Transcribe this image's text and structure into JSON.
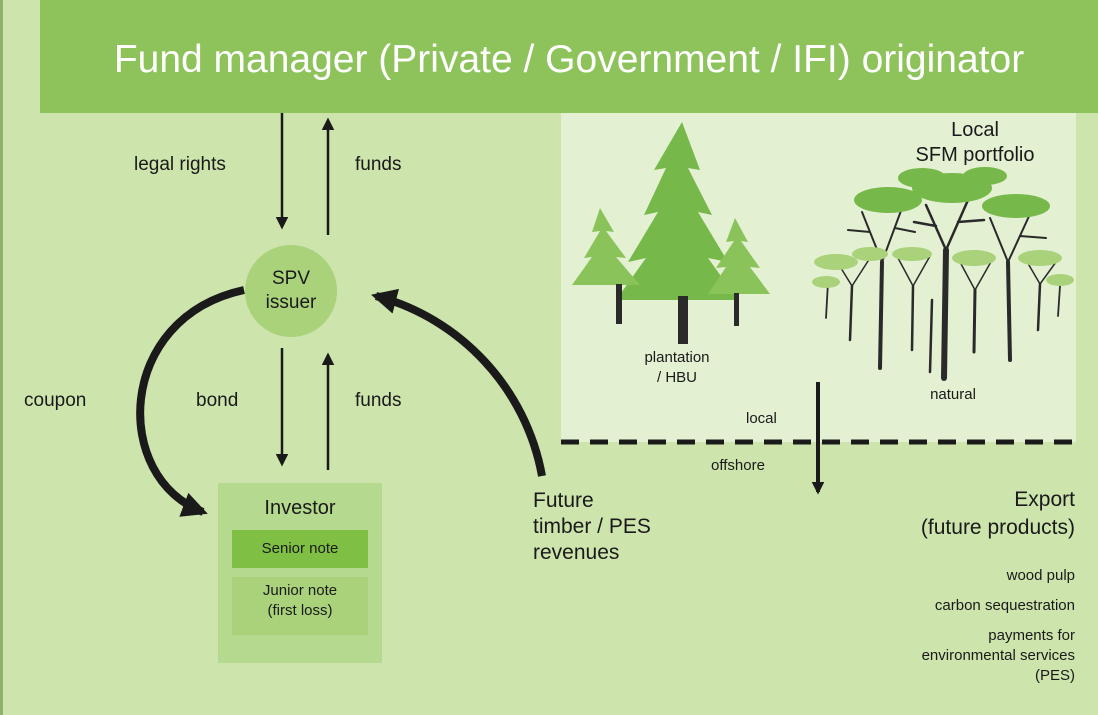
{
  "header": {
    "title": "Fund manager (Private / Government / IFI) originator"
  },
  "flows": {
    "legal_rights": "legal rights",
    "funds_upper": "funds",
    "coupon": "coupon",
    "bond": "bond",
    "funds_lower": "funds"
  },
  "spv": {
    "line1": "SPV",
    "line2": "issuer"
  },
  "investor": {
    "title": "Investor",
    "senior_note": "Senior note",
    "junior_note_line1": "Junior note",
    "junior_note_line2": "(first loss)"
  },
  "revenues": {
    "line1": "Future",
    "line2": "timber / PES",
    "line3": "revenues"
  },
  "local_portfolio": {
    "title_line1": "Local",
    "title_line2": "SFM portfolio",
    "plantation_line1": "plantation",
    "plantation_line2": "/ HBU",
    "natural": "natural"
  },
  "boundary": {
    "local": "local",
    "offshore": "offshore"
  },
  "export": {
    "title_line1": "Export",
    "title_line2": "(future products)",
    "items": [
      "wood pulp",
      "carbon sequestration",
      "payments for",
      "environmental services",
      "(PES)"
    ]
  },
  "colors": {
    "background": "#cde4ad",
    "banner": "#8dc35a",
    "panel": "#e3f0d2",
    "spv_circle": "#a9d27a",
    "investor_box": "#b5d98e",
    "senior_note": "#7fc044",
    "junior_note": "#a9d27a",
    "tree": "#76b84a",
    "trunk": "#2a2a2a",
    "arrow": "#1a1a1a"
  },
  "icons": [
    "conifer-tree-icon",
    "forest-trees-icon"
  ]
}
